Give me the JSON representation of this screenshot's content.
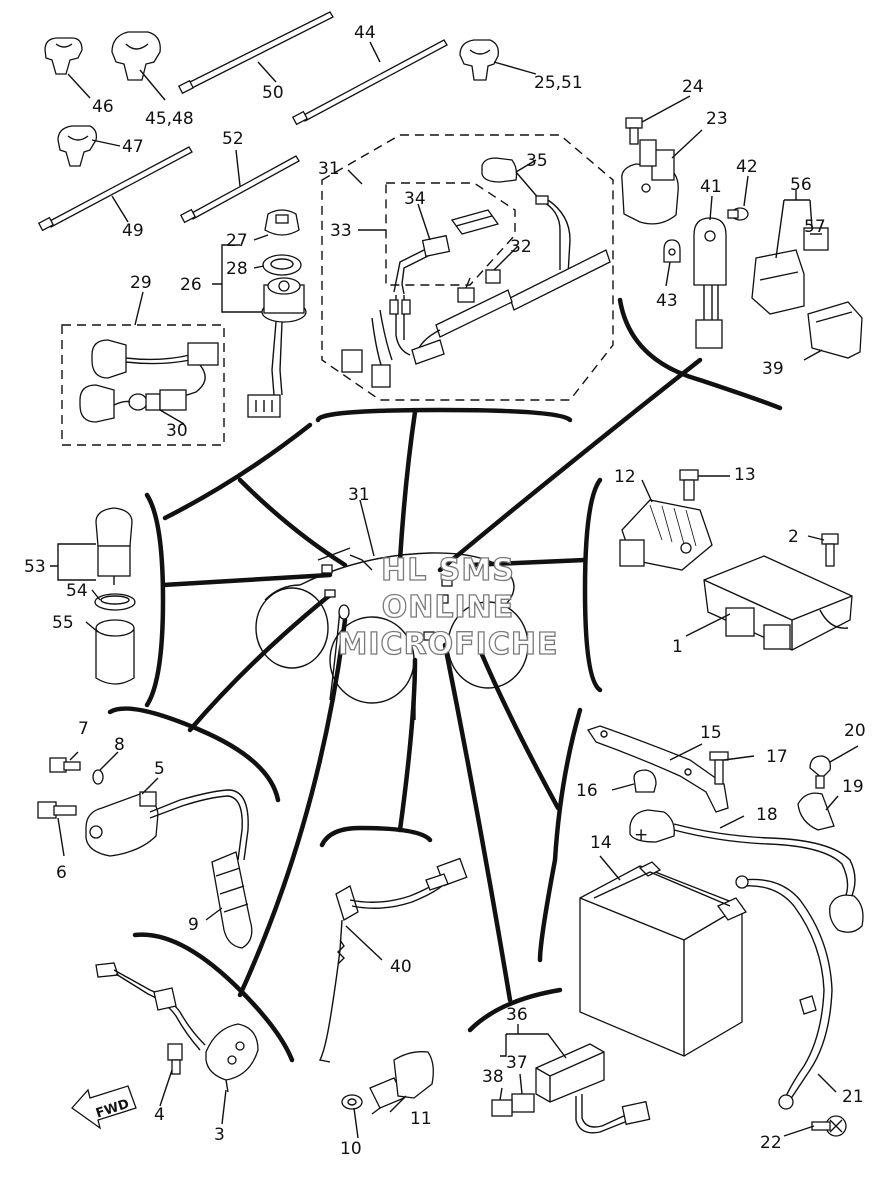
{
  "labels": {
    "p1": "1",
    "p2": "2",
    "p3": "3",
    "p4": "4",
    "p5": "5",
    "p6": "6",
    "p7": "7",
    "p8": "8",
    "p9": "9",
    "p10": "10",
    "p11": "11",
    "p12": "12",
    "p13": "13",
    "p14": "14",
    "p15": "15",
    "p16": "16",
    "p17": "17",
    "p18": "18",
    "p19": "19",
    "p20": "20",
    "p21": "21",
    "p22": "22",
    "p23": "23",
    "p24": "24",
    "p2551": "25,51",
    "p26": "26",
    "p27": "27",
    "p28": "28",
    "p29": "29",
    "p30": "30",
    "p31_top": "31",
    "p31_center": "31",
    "p32": "32",
    "p33": "33",
    "p34": "34",
    "p35": "35",
    "p36": "36",
    "p37": "37",
    "p38": "38",
    "p39": "39",
    "p40": "40",
    "p41": "41",
    "p42": "42",
    "p43": "43",
    "p44": "44",
    "p4548": "45,48",
    "p46": "46",
    "p47": "47",
    "p49": "49",
    "p50": "50",
    "p52": "52",
    "p53": "53",
    "p54": "54",
    "p55": "55",
    "p56": "56",
    "p57": "57"
  },
  "watermark": {
    "line1": "HL SMS",
    "line2": "ONLINE",
    "line3": "MICROFICHE"
  },
  "fwd_label": "FWD",
  "battery_plus": "+"
}
